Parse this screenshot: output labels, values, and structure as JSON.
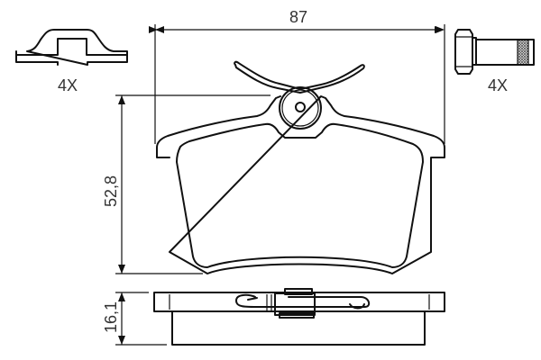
{
  "diagram": {
    "type": "technical-drawing",
    "subject": "brake pad set",
    "dimensions": {
      "width": {
        "value": "87",
        "orientation": "horizontal"
      },
      "height": {
        "value": "52,8",
        "orientation": "vertical"
      },
      "thickness": {
        "value": "16,1",
        "orientation": "vertical"
      }
    },
    "accessories": [
      {
        "name": "spring clip",
        "quantity": "4X"
      },
      {
        "name": "bolt",
        "quantity": "4X"
      }
    ],
    "views": [
      "front view",
      "side view"
    ],
    "line_color": "#111111",
    "text_color": "#333333",
    "background": "#ffffff"
  }
}
